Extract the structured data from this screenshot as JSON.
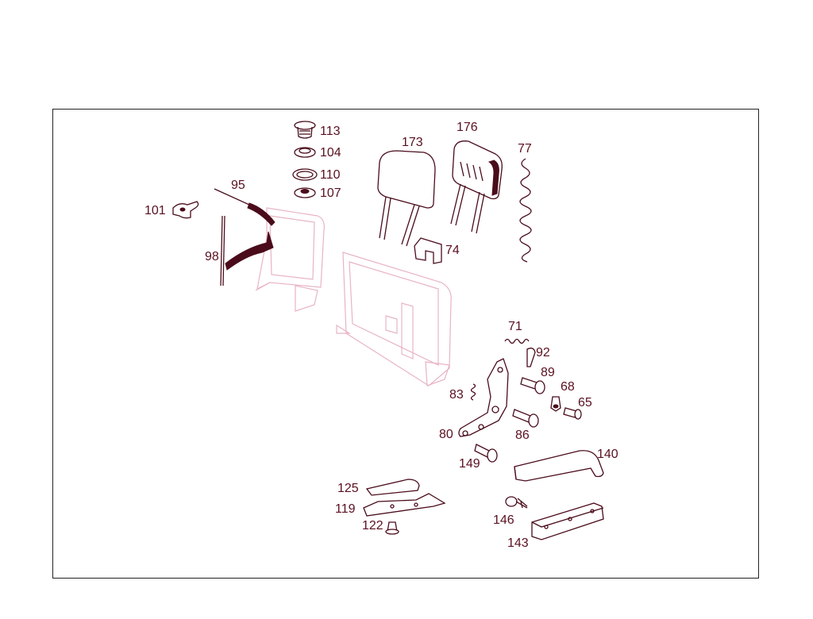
{
  "diagram": {
    "labels": {
      "p113": "113",
      "p104": "104",
      "p110": "110",
      "p107": "107",
      "p173": "173",
      "p176": "176",
      "p77": "77",
      "p95": "95",
      "p101": "101",
      "p98": "98",
      "p74": "74",
      "p71": "71",
      "p92": "92",
      "p89": "89",
      "p68": "68",
      "p65": "65",
      "p83": "83",
      "p80": "80",
      "p86": "86",
      "p149": "149",
      "p140": "140",
      "p125": "125",
      "p119": "119",
      "p122": "122",
      "p146": "146",
      "p143": "143"
    },
    "colors": {
      "line": "#4a0c1a",
      "ghost": "#e8b4c4",
      "label": "#5a1020",
      "frame": "#222222"
    }
  }
}
